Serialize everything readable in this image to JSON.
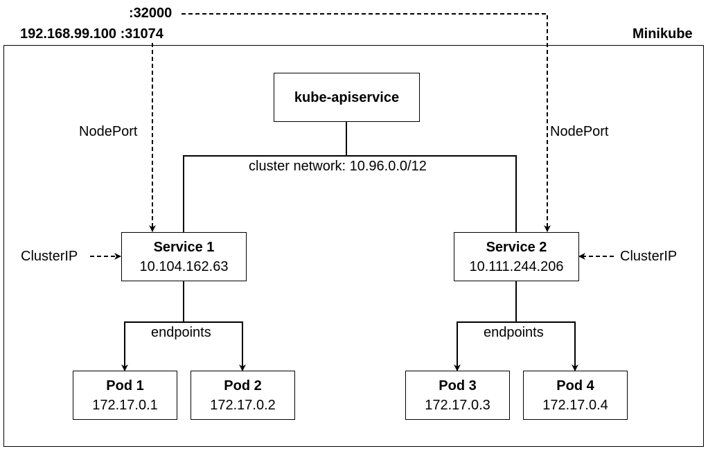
{
  "header": {
    "port_top": ":32000",
    "ip_port": "192.168.99.100 :31074",
    "cluster_name": "Minikube"
  },
  "api": {
    "label": "kube-apiservice"
  },
  "network": {
    "label": "cluster network: 10.96.0.0/12"
  },
  "labels": {
    "nodeport_left": "NodePort",
    "nodeport_right": "NodePort",
    "clusterip_left": "ClusterIP",
    "clusterip_right": "ClusterIP",
    "endpoints_left": "endpoints",
    "endpoints_right": "endpoints"
  },
  "services": [
    {
      "name": "Service 1",
      "ip": "10.104.162.63"
    },
    {
      "name": "Service 2",
      "ip": "10.111.244.206"
    }
  ],
  "pods": [
    {
      "name": "Pod 1",
      "ip": "172.17.0.1"
    },
    {
      "name": "Pod 2",
      "ip": "172.17.0.2"
    },
    {
      "name": "Pod 3",
      "ip": "172.17.0.3"
    },
    {
      "name": "Pod 4",
      "ip": "172.17.0.4"
    }
  ]
}
